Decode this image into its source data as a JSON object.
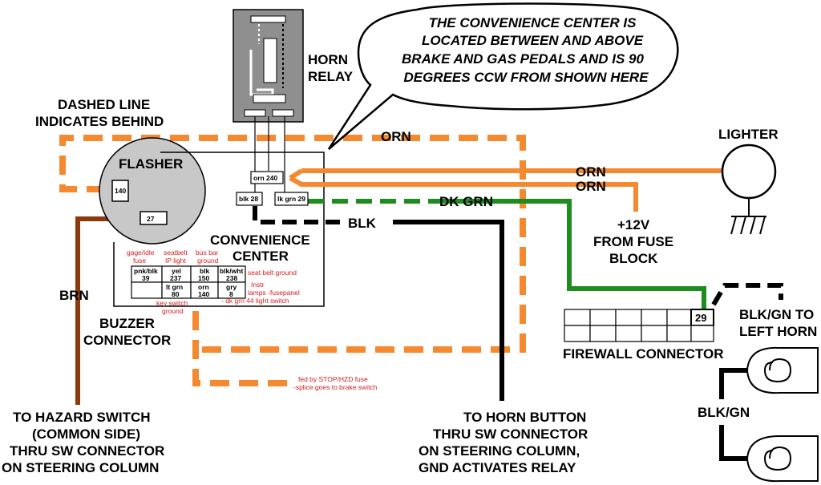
{
  "labels": {
    "dashed_line_1": "DASHED LINE",
    "dashed_line_2": "INDICATES BEHIND",
    "horn_relay_1": "HORN",
    "horn_relay_2": "RELAY",
    "flasher": "FLASHER",
    "conv_center_1": "CONVENIENCE",
    "conv_center_2": "CENTER",
    "buzzer_1": "BUZZER",
    "buzzer_2": "CONNECTOR",
    "brn": "BRN",
    "orn_top": "ORN",
    "orn_1": "ORN",
    "orn_2": "ORN",
    "dk_grn": "DK GRN",
    "blk": "BLK",
    "lighter": "LIGHTER",
    "fuse_1": "+12V",
    "fuse_2": "FROM FUSE",
    "fuse_3": "BLOCK",
    "firewall": "FIREWALL CONNECTOR",
    "blkgn_left_1": "BLK/GN TO",
    "blkgn_left_2": "LEFT HORN",
    "blkgn": "BLK/GN",
    "hazard_1": "TO HAZARD SWITCH",
    "hazard_2": "(COMMON SIDE)",
    "hazard_3": "THRU SW CONNECTOR",
    "hazard_4": "ON STEERING COLUMN",
    "hornbtn_1": "TO HORN BUTTON",
    "hornbtn_2": "THRU SW CONNECTOR",
    "hornbtn_3": "ON STEERING COLUMN,",
    "hornbtn_4": "GND ACTIVATES RELAY"
  },
  "bubble": {
    "line1": "THE CONVENIENCE CENTER IS",
    "line2": "LOCATED BETWEEN AND ABOVE",
    "line3": "BRAKE AND GAS PEDALS AND IS 90",
    "line4": "DEGREES CCW FROM SHOWN HERE"
  },
  "pins": {
    "orn240": "orn 240",
    "blk28": "blk 28",
    "lkgrn29": "lk grn 29",
    "p140": "140",
    "p27": "27",
    "firewall_29": "29"
  },
  "connector_cells": {
    "pnkblk": "pnk/blk",
    "pnkblk_n": "39",
    "yel": "yel",
    "yel_n": "237",
    "blk": "blk",
    "blk_n": "150",
    "blkwht": "blk/wht",
    "blkwht_n": "238",
    "ltgrn": "lt grn",
    "ltgrn_n": "80",
    "orn": "orn",
    "orn_n": "140",
    "gry": "gry",
    "gry_n": "8"
  },
  "annotations": {
    "gage_1": "gage/idle",
    "gage_2": "fuse",
    "seatbelt_1": "seatbelt",
    "seatbelt_2": "IP light",
    "busbar_1": "bus bar",
    "busbar_2": "ground",
    "seatbelt_ground": "seat belt ground",
    "instr_1": "Instr",
    "instr_2": "lamps -fusepanel",
    "instr_3": "- dk grn 44 light switch",
    "keyswitch_1": "key switch",
    "keyswitch_2": "ground",
    "fed_1": "fed by  STOP/HZD fuse",
    "fed_2": "-splice goes to brake switch"
  },
  "colors": {
    "orange": "#f5892f",
    "brown": "#8b3a0e",
    "green": "#1e8c1e",
    "black": "#000000",
    "relay_gray": "#8f8f8f",
    "flasher_gray": "#c8c8c8",
    "annotation_red": "#d21f1f"
  }
}
